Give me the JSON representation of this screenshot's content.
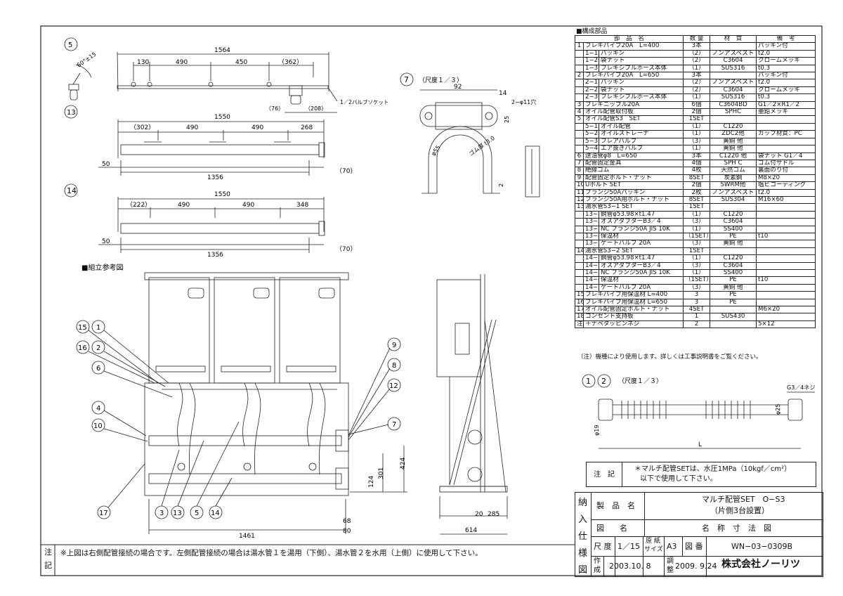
{
  "parts_table": {
    "heading": "■構成部品",
    "headers": [
      "部　品　名",
      "数 量",
      "材　質",
      "備　考"
    ],
    "rows": [
      {
        "g": "1",
        "code": "",
        "name": "フレキパイプ20A　L=400",
        "qty": "3本",
        "mat": "",
        "note": "パッキン付"
      },
      {
        "g": "",
        "code": "1−1",
        "name": "パッキン",
        "qty": "（2）",
        "mat": "ノンアスベスト",
        "note": "t2.0"
      },
      {
        "g": "",
        "code": "1−2",
        "name": "袋ナット",
        "qty": "（2）",
        "mat": "C3604",
        "note": "クロームメッキ"
      },
      {
        "g": "",
        "code": "1−3",
        "name": "フレキシブルホース本体",
        "qty": "（1）",
        "mat": "SUS316",
        "note": "t0.3"
      },
      {
        "g": "2",
        "code": "",
        "name": "フレキパイプ20A　L=650",
        "qty": "3本",
        "mat": "",
        "note": "パッキン付"
      },
      {
        "g": "",
        "code": "2−1",
        "name": "パッキン",
        "qty": "（2）",
        "mat": "ノンアスベスト",
        "note": "t2.0"
      },
      {
        "g": "",
        "code": "2−2",
        "name": "袋ナット",
        "qty": "（2）",
        "mat": "C3604",
        "note": "クロームメッキ"
      },
      {
        "g": "",
        "code": "2−3",
        "name": "フレキシブルホース本体",
        "qty": "（1）",
        "mat": "SUS316",
        "note": "t0.3"
      },
      {
        "g": "3",
        "code": "",
        "name": "フレキニップル20A",
        "qty": "6個",
        "mat": "C3604BD",
        "note": "G1／2×R1／2"
      },
      {
        "g": "4",
        "code": "",
        "name": "オイル配管取付板",
        "qty": "2個",
        "mat": "SPHC",
        "note": "亜鉛メッキ"
      },
      {
        "g": "5",
        "code": "",
        "name": "オイル配管S3　SET",
        "qty": "1SET",
        "mat": "",
        "note": ""
      },
      {
        "g": "",
        "code": "5−1",
        "name": "オイル配管",
        "qty": "（1）",
        "mat": "C1220",
        "note": ""
      },
      {
        "g": "",
        "code": "5−2",
        "name": "オイルストレーナ",
        "qty": "（1）",
        "mat": "ZDC2他",
        "note": "カップ材質：PC"
      },
      {
        "g": "",
        "code": "5−3",
        "name": "フレアバルブ",
        "qty": "（3）",
        "mat": "黄銅 他",
        "note": ""
      },
      {
        "g": "",
        "code": "5−4",
        "name": "エア抜きバルブ",
        "qty": "（1）",
        "mat": "黄銅 他",
        "note": ""
      },
      {
        "g": "6",
        "code": "",
        "name": "送油管φ8　L=650",
        "qty": "3本",
        "mat": "C1220 他",
        "note": "袋ナット G1／4"
      },
      {
        "g": "7",
        "code": "",
        "name": "配管固定金具",
        "qty": "4個",
        "mat": "SPH C",
        "note": "ゴム付サドル"
      },
      {
        "g": "8",
        "code": "",
        "name": "絶縁ゴム",
        "qty": "4枚",
        "mat": "天然ゴム",
        "note": "裏面のり付"
      },
      {
        "g": "9",
        "code": "",
        "name": "配管固定ボルト・ナット",
        "qty": "8SET",
        "mat": "炭素鋼",
        "note": "M8×20"
      },
      {
        "g": "10",
        "code": "",
        "name": "Uボルト SET",
        "qty": "2個",
        "mat": "SWRM他",
        "note": "塩ビコーティング"
      },
      {
        "g": "11",
        "code": "",
        "name": "フランジ50Aパッキン",
        "qty": "2枚",
        "mat": "ノンアスベスト",
        "note": "t2.0"
      },
      {
        "g": "12",
        "code": "",
        "name": "フランジ50A用ボルト・ナット",
        "qty": "8SET",
        "mat": "SUS304",
        "note": "M16×60"
      },
      {
        "g": "13",
        "code": "",
        "name": "湯水管S3−1 SET",
        "qty": "1SET",
        "mat": "",
        "note": ""
      },
      {
        "g": "",
        "code": "13−1",
        "name": "鋼管φ53.98×t1.47",
        "qty": "（1）",
        "mat": "C1220",
        "note": ""
      },
      {
        "g": "",
        "code": "13−2",
        "name": "オスアダプターB3／4",
        "qty": "（3）",
        "mat": "C3604",
        "note": ""
      },
      {
        "g": "",
        "code": "13−3",
        "name": "NC フランジ50A JIS 10K",
        "qty": "（1）",
        "mat": "SS400",
        "note": ""
      },
      {
        "g": "",
        "code": "13−4",
        "name": "保温材",
        "qty": "（1SET）",
        "mat": "PE",
        "note": "t10"
      },
      {
        "g": "",
        "code": "13−5",
        "name": "ゲートバルブ 20A",
        "qty": "（3）",
        "mat": "黄銅 他",
        "note": ""
      },
      {
        "g": "14",
        "code": "",
        "name": "湯水管S3−2 SET",
        "qty": "1SET",
        "mat": "",
        "note": ""
      },
      {
        "g": "",
        "code": "14−1",
        "name": "鋼管φ53.98×t1.47",
        "qty": "（1）",
        "mat": "C1220",
        "note": ""
      },
      {
        "g": "",
        "code": "14−2",
        "name": "オスアダプターB3／4",
        "qty": "（3）",
        "mat": "C3604",
        "note": ""
      },
      {
        "g": "",
        "code": "14−3",
        "name": "NC フランジ50A JIS 10K",
        "qty": "（1）",
        "mat": "SS400",
        "note": ""
      },
      {
        "g": "",
        "code": "14−4",
        "name": "保温材",
        "qty": "（1SET）",
        "mat": "PE",
        "note": "t10"
      },
      {
        "g": "",
        "code": "14−5",
        "name": "ゲートバルブ 20A",
        "qty": "（3）",
        "mat": "黄銅 他",
        "note": ""
      },
      {
        "g": "15",
        "code": "",
        "name": "フレキパイプ用保温材 L=400",
        "qty": "3",
        "mat": "PE",
        "note": ""
      },
      {
        "g": "16",
        "code": "",
        "name": "フレキパイプ用保温材 L=650",
        "qty": "3",
        "mat": "PE",
        "note": ""
      },
      {
        "g": "17",
        "code": "",
        "name": "オイル配管固定ボルト・ナット",
        "qty": "4SET",
        "mat": "",
        "note": "M6×20"
      },
      {
        "g": "18",
        "code": "",
        "name": "コンセント支持板",
        "qty": "1",
        "mat": "SUS430",
        "note": ""
      },
      {
        "g": "注）",
        "code": "",
        "name": "＋ナベタッピンネジ",
        "qty": "2",
        "mat": "",
        "note": "5×12"
      }
    ],
    "footnote": "（注）機種により使用します。詳しくは工事説明書をご覧ください。"
  },
  "views": {
    "v5": {
      "num": "5",
      "dims": [
        "1564",
        "130",
        "490",
        "450",
        "（362）",
        "（76）",
        "（208）"
      ],
      "angle": "60°±15",
      "callout": "1／2バルブソケット"
    },
    "v13": {
      "num": "13",
      "dims": [
        "1550",
        "（302）",
        "490",
        "490",
        "268",
        "50",
        "1356",
        "（70）"
      ]
    },
    "v14": {
      "num": "14",
      "dims": [
        "1550",
        "（222）",
        "490",
        "490",
        "348",
        "50",
        "1356",
        "（70）"
      ]
    },
    "v7": {
      "num": "7",
      "scale": "（尺度１／３）",
      "dims": [
        "92",
        "14",
        "2−φ11穴",
        "25",
        "φ55",
        "ゴム厚 t3.0",
        "2"
      ]
    },
    "v12": {
      "nums": [
        "1",
        "2"
      ],
      "scale": "（尺度１／３）",
      "dims": [
        "G3／4ネジ",
        "φ25",
        "φ19",
        "L"
      ]
    },
    "assembly": {
      "title": "■組立参考図",
      "dims": [
        "301",
        "424",
        "124",
        "68",
        "80",
        "1461",
        "20",
        "285",
        "614"
      ],
      "balloons": [
        "15",
        "1",
        "16",
        "2",
        "6",
        "4",
        "10",
        "17",
        "3",
        "13",
        "5",
        "14",
        "9",
        "8",
        "12",
        "7"
      ]
    }
  },
  "note_box": {
    "label": "注　記",
    "text1": "＊マルチ配管SETは、水圧1MPa（10kgf／cm²）",
    "text2": "以下で使用して下さい。"
  },
  "title_block": {
    "side_label": [
      "納",
      "入",
      "仕",
      "様",
      "図"
    ],
    "product_label": "製　品　名",
    "product_name1": "マルチ配管SET　O−S3",
    "product_name2": "（片側3台設置）",
    "drawing_label": "図　　名",
    "drawing_name": "名　称　寸　法　図",
    "scale_label": "尺 度",
    "scale": "1／15",
    "paper_label1": "原 紙",
    "paper_label2": "サイズ",
    "paper": "A3",
    "number_label": "図 番",
    "number": "WN−03−0309B",
    "made_label1": "作",
    "made_label2": "成",
    "made_date": "2003.10. 8",
    "adj_label1": "調",
    "adj_label2": "整",
    "adj_date": "2009. 9.24",
    "company": "株式会社ノーリツ"
  },
  "bottom_note": {
    "label1": "注",
    "label2": "記",
    "text": "※上図は右側配管接続の場合です。左側配管接続の場合は湯水管１を湯用（下側）、湯水管２を水用（上側）に使用して下さい。"
  }
}
